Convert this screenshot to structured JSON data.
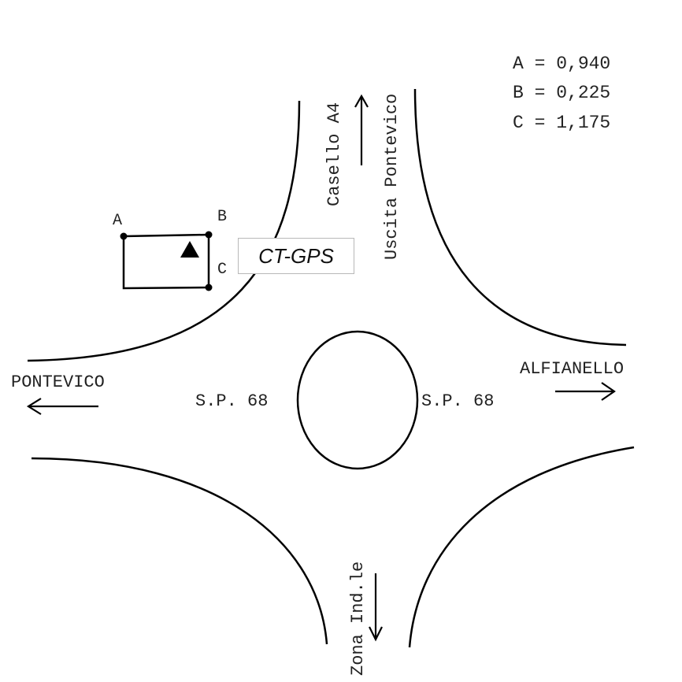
{
  "legend": [
    {
      "label": "A",
      "value": "A = 0,940"
    },
    {
      "label": "B",
      "value": "B = 0,225"
    },
    {
      "label": "C",
      "value": "C = 1,175"
    }
  ],
  "points": {
    "a": "A",
    "b": "B",
    "c": "C"
  },
  "station_label": "CT-GPS",
  "roads": {
    "north_left": "Casello A4",
    "north_right": "Uscita Pontevico",
    "west": "PONTEVICO",
    "east": "ALFIANELLO",
    "south": "Zona Ind.le",
    "sp_left": "S.P. 68",
    "sp_right": "S.P. 68"
  }
}
